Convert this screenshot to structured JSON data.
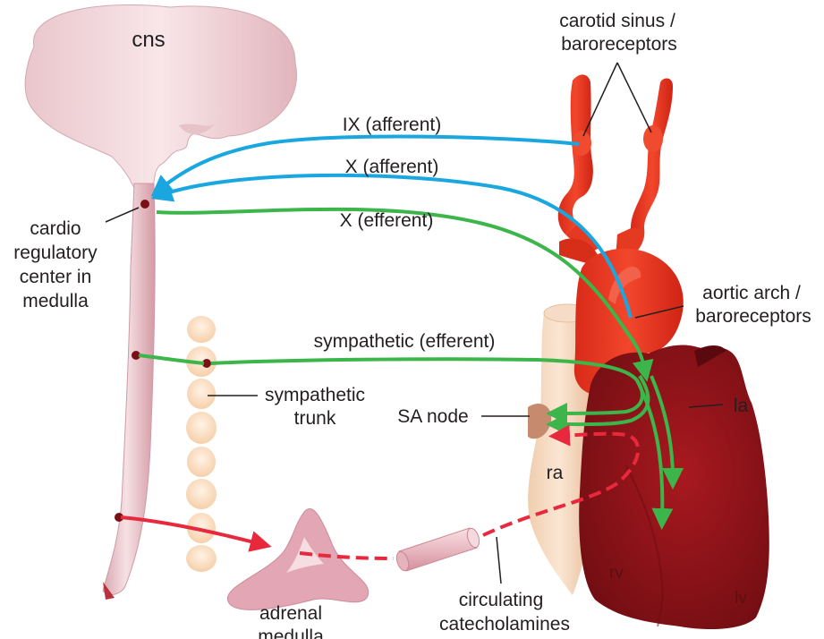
{
  "labels": {
    "cns": "cns",
    "carotid_sinus_line1": "carotid sinus /",
    "carotid_sinus_line2": "baroreceptors",
    "ix_afferent": "IX (afferent)",
    "x_afferent": "X (afferent)",
    "x_efferent": "X (efferent)",
    "cardio_line1": "cardio",
    "cardio_line2": "regulatory",
    "cardio_line3": "center in",
    "cardio_line4": "medulla",
    "aortic_arch_line1": "aortic arch /",
    "aortic_arch_line2": "baroreceptors",
    "sympathetic_efferent": "sympathetic (efferent)",
    "sympathetic_trunk_line1": "sympathetic",
    "sympathetic_trunk_line2": "trunk",
    "sa_node": "SA node",
    "la": "la",
    "ra": "ra",
    "rv": "rv",
    "lv": "lv",
    "circulating_line1": "circulating",
    "circulating_line2": "catecholamines",
    "adrenal_line1": "adrenal",
    "adrenal_line2": "medulla"
  },
  "colors": {
    "afferent": "#1aa7e0",
    "efferent_parasympathetic": "#3cb54a",
    "sympathetic": "#3cb54a",
    "hormonal": "#e8283c",
    "cns_tissue": "#f1d9dd",
    "artery": "#ee3a25",
    "heart": "#8e1418",
    "ganglia": "#fbe1c9"
  }
}
